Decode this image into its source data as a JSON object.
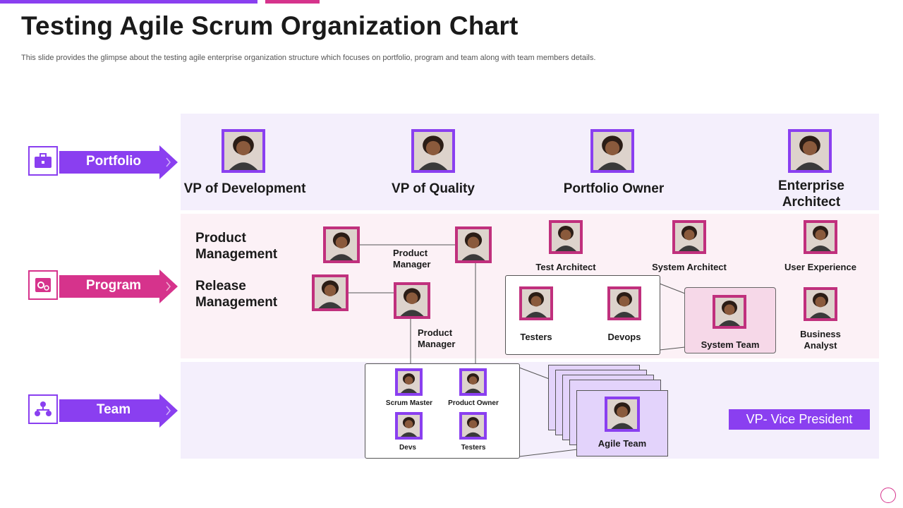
{
  "title": "Testing Agile Scrum Organization Chart",
  "subtitle": "This slide provides the glimpse about the testing agile enterprise organization structure which focuses on portfolio, program and team along with team members details.",
  "colors": {
    "purple": "#8a3ff0",
    "magenta": "#d6338c",
    "band_light_purple": "#f4effc",
    "band_light_pink": "#fcf1f6"
  },
  "levels": {
    "portfolio": {
      "label": "Portfolio",
      "icon": "briefcase-icon"
    },
    "program": {
      "label": "Program",
      "icon": "settings-clipboard-icon"
    },
    "team": {
      "label": "Team",
      "icon": "team-hierarchy-icon"
    }
  },
  "portfolio": {
    "vp_development": "VP of Development",
    "vp_quality": "VP of Quality",
    "portfolio_owner": "Portfolio Owner",
    "enterprise_architect": [
      "Enterprise",
      "Architect"
    ]
  },
  "program": {
    "product_management": [
      "Product",
      "Management"
    ],
    "release_management": [
      "Release",
      "Management"
    ],
    "product_manager_1": [
      "Product",
      "Manager"
    ],
    "product_manager_2": [
      "Product",
      "Manager"
    ],
    "test_architect": "Test Architect",
    "system_architect": "System Architect",
    "user_experience": "User Experience",
    "testers": "Testers",
    "devops": "Devops",
    "system_team": "System Team",
    "business_analyst": [
      "Business",
      "Analyst"
    ]
  },
  "team": {
    "scrum_master": "Scrum Master",
    "product_owner": "Product Owner",
    "devs": "Devs",
    "testers": "Testers",
    "agile_team": "Agile Team"
  },
  "legend": "VP- Vice President"
}
